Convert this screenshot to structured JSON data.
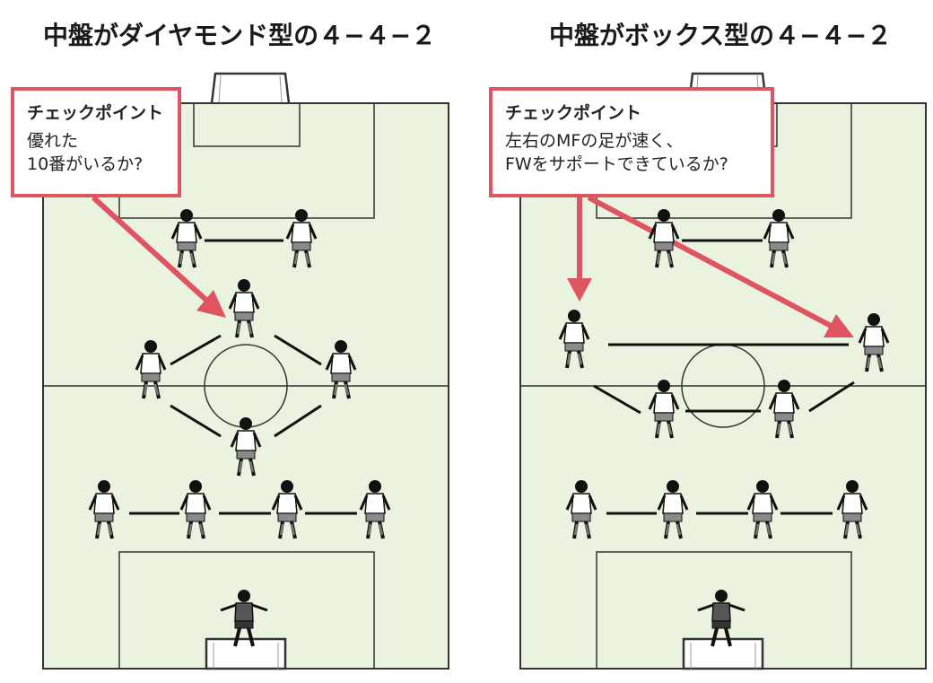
{
  "diagrams": [
    {
      "id": "left",
      "title": "中盤がダイヤモンド型の４−４−２",
      "checkpoint": {
        "heading": "チェックポイント",
        "lines": [
          "優れた",
          "10番がいるか?"
        ]
      }
    },
    {
      "id": "right",
      "title": "中盤がボックス型の４−４−２",
      "checkpoint": {
        "heading": "チェックポイント",
        "lines": [
          "左右のMFの足が速く、",
          "FWをサポートできているか?"
        ]
      }
    }
  ],
  "colors": {
    "pitch": "#eaf3df",
    "line": "#333333",
    "accent": "#e05361",
    "shirt": "#ffffff",
    "shorts": "#8a8a8a",
    "skin": "#111111",
    "goalkeeper": "#555555"
  }
}
